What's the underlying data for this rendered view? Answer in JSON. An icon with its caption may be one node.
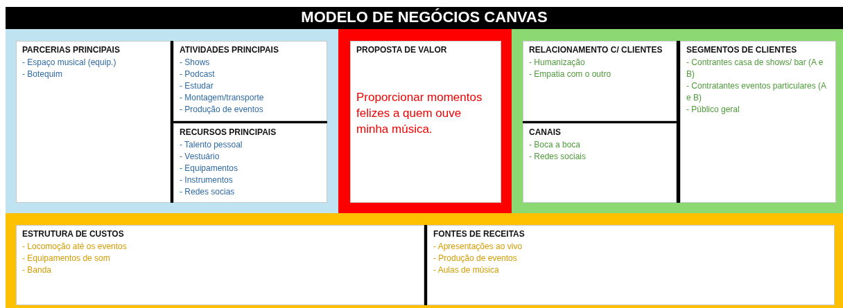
{
  "diagram": {
    "title": "MODELO DE NEGÓCIOS CANVAS",
    "nodes": [
      {
        "text": [
          "PARCERIAS PRINCIPAIS",
          "- Espaço musical (equip.)",
          "- Botequim"
        ]
      },
      {
        "text": [
          "ATIVIDADES PRINCIPAIS",
          "- Shows",
          "- Podcast",
          "- Estudar",
          "- Montagem/transporte",
          "- Produção de eventos"
        ]
      },
      {
        "text": [
          "RECURSOS PRINCIPAIS",
          "- Talento pessoal",
          "- Vestuário",
          "- Equipamentos",
          "- Instrumentos",
          "- Redes socias"
        ]
      },
      {
        "text": [
          "PROPOSTA DE VALOR",
          "Proporcionar momentos felizes a quem ouve minha música."
        ]
      },
      {
        "text": [
          "RELACIONAMENTO C/ CLIENTES",
          "- Humanização",
          "- Empatia com o outro"
        ]
      },
      {
        "text": [
          "CANAIS",
          "- Boca a boca",
          "- Redes sociais"
        ]
      },
      {
        "text": [
          "SEGMENTOS DE CLIENTES",
          "- Contrantes casa de shows/ bar (A e B)",
          "- Contratantes eventos particulares (A e B)",
          "- Público geral"
        ]
      },
      {
        "text": [
          "ESTRUTURA DE CUSTOS",
          "- Locomoção até os eventos",
          "- Equipamentos de som",
          "- Banda"
        ]
      },
      {
        "text": [
          "FONTES DE RECEITAS",
          "- Apresentações ao vivo",
          "- Produção de eventos",
          "- Aulas de música"
        ]
      }
    ]
  }
}
